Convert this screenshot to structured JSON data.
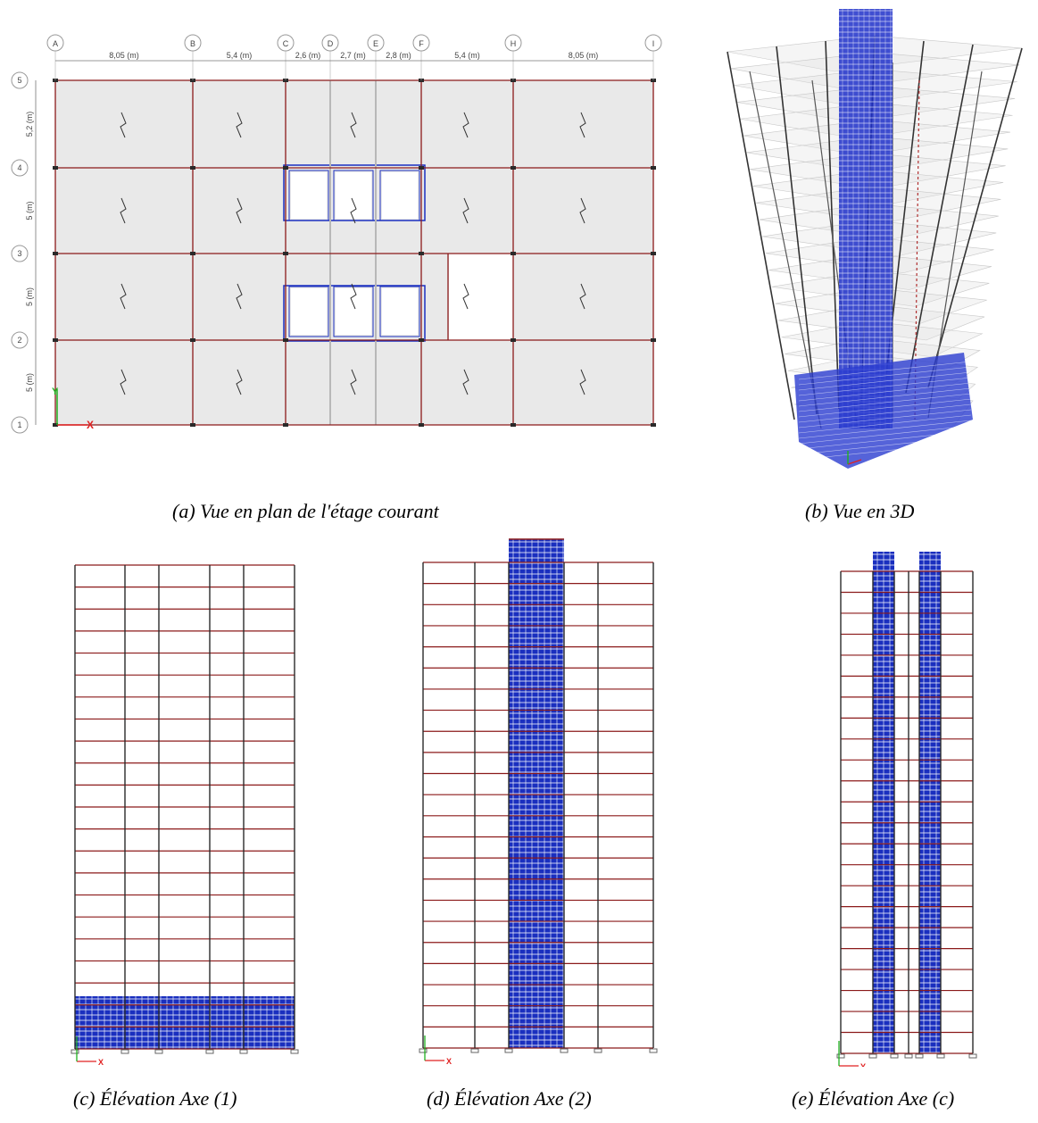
{
  "plan": {
    "grid_x_labels": [
      "A",
      "B",
      "C",
      "D",
      "E",
      "F",
      "H",
      "I"
    ],
    "grid_y_labels": [
      "1",
      "2",
      "3",
      "4",
      "5"
    ],
    "x_dimensions": [
      "8,05 (m)",
      "5,4 (m)",
      "2,6 (m)",
      "2,7 (m)",
      "2,8 (m)",
      "5,4 (m)",
      "8,05 (m)"
    ],
    "y_dimensions": [
      "5 (m)",
      "5 (m)",
      "5 (m)",
      "5,2 (m)"
    ],
    "axis_x": "X",
    "axis_y": "Y"
  },
  "elevation_axis_labels": {
    "x": "X",
    "y": "Y"
  },
  "captions": {
    "a": "(a)  Vue en plan de l'étage courant",
    "b": "(b)  Vue en 3D",
    "c": "(c)  Élévation Axe (1)",
    "d": "(d)  Élévation Axe (2)",
    "e": "(e)  Élévation Axe (c)"
  },
  "colors": {
    "beam": "#8b1a1a",
    "column": "#2a2a2a",
    "wall": "#1a2fbf",
    "slab": "#e9e9e9",
    "axis_x": "#e02020",
    "axis_y": "#20b020"
  }
}
